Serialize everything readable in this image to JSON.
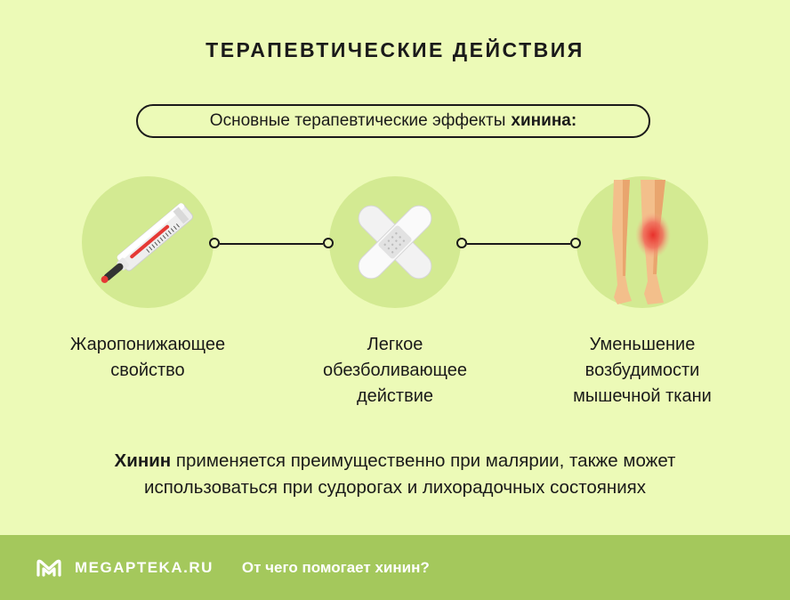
{
  "header": {
    "title": "ТЕРАПЕВТИЧЕСКИЕ ДЕЙСТВИЯ",
    "subtitle_prefix": "Основные терапевтические эффекты",
    "subtitle_bold": "хинина:"
  },
  "effects": [
    {
      "line1": "Жаропонижающее",
      "line2": "свойство",
      "line3": "",
      "icon": "thermometer-icon"
    },
    {
      "line1": "Легкое",
      "line2": "обезболивающее",
      "line3": "действие",
      "icon": "bandage-icon"
    },
    {
      "line1": "Уменьшение",
      "line2": "возбудимости",
      "line3": "мышечной ткани",
      "icon": "leg-icon"
    }
  ],
  "summary": {
    "bold": "Хинин",
    "text1": "применяется преимущественно при малярии, также может",
    "text2": "использоваться при судорогах и лихорадочных состояниях"
  },
  "footer": {
    "brand": "MEGAPTEKA.RU",
    "tagline": "От чего помогает хинин?"
  },
  "colors": {
    "background": "#ecfab7",
    "circle": "#d3ea92",
    "footer": "#a4c85c"
  }
}
